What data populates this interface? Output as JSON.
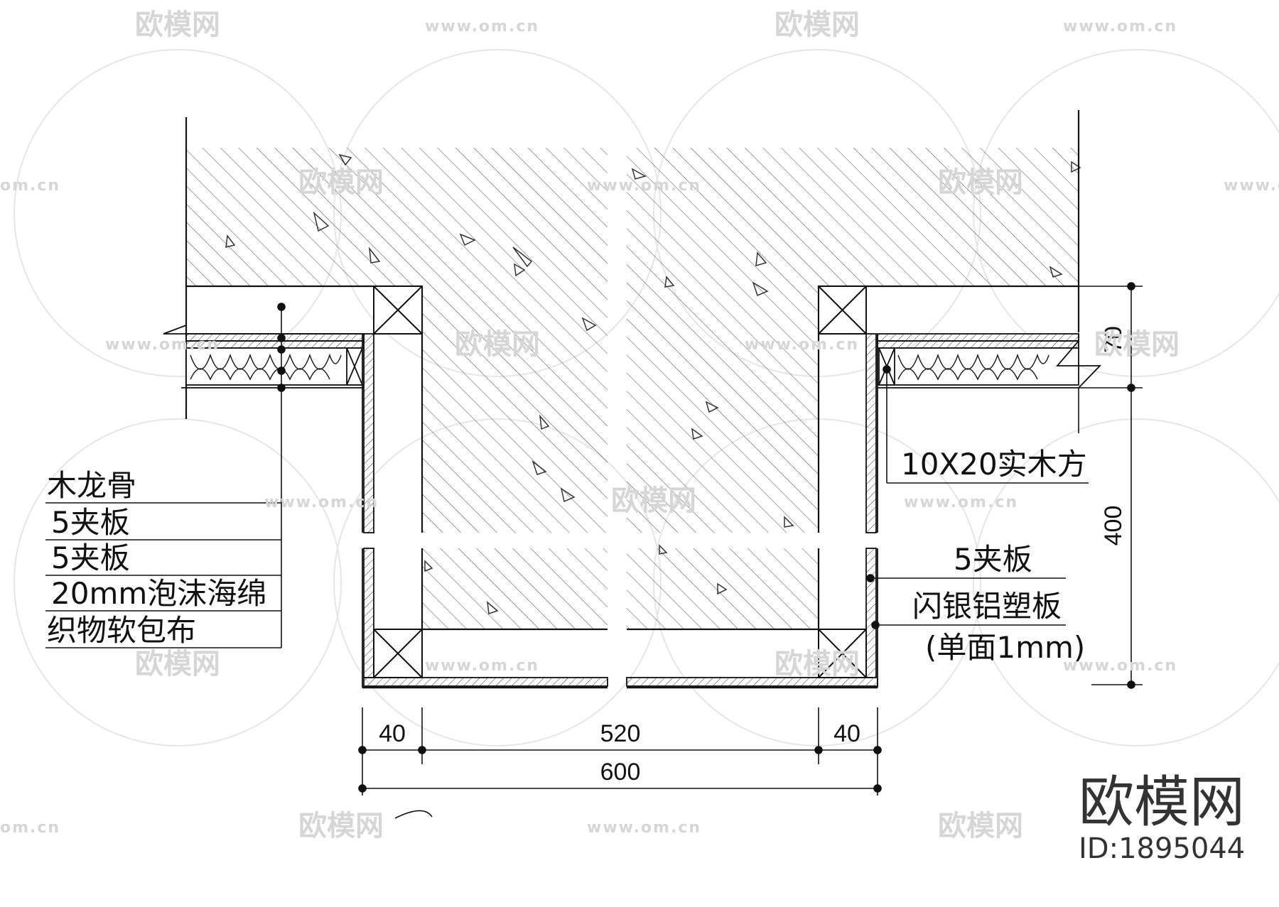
{
  "callouts_left": [
    "木龙骨",
    "5夹板",
    "5夹板",
    "20mm泡沫海绵",
    "织物软包布"
  ],
  "callouts_right": {
    "timber": "10X20实木方",
    "board": "5夹板",
    "panel": "闪银铝塑板",
    "panel_note": "(单面1mm)"
  },
  "dimensions": {
    "side_left": "40",
    "middle": "520",
    "side_right": "40",
    "total": "600",
    "height": "400",
    "top": "70"
  },
  "watermark": {
    "brand": "欧模网",
    "url": "www.om.cn",
    "url_short": "om.cn",
    "id": "ID:1895044"
  },
  "colors": {
    "line": "#111111",
    "hatch": "#444444",
    "watermark": "#d6d6d6"
  }
}
